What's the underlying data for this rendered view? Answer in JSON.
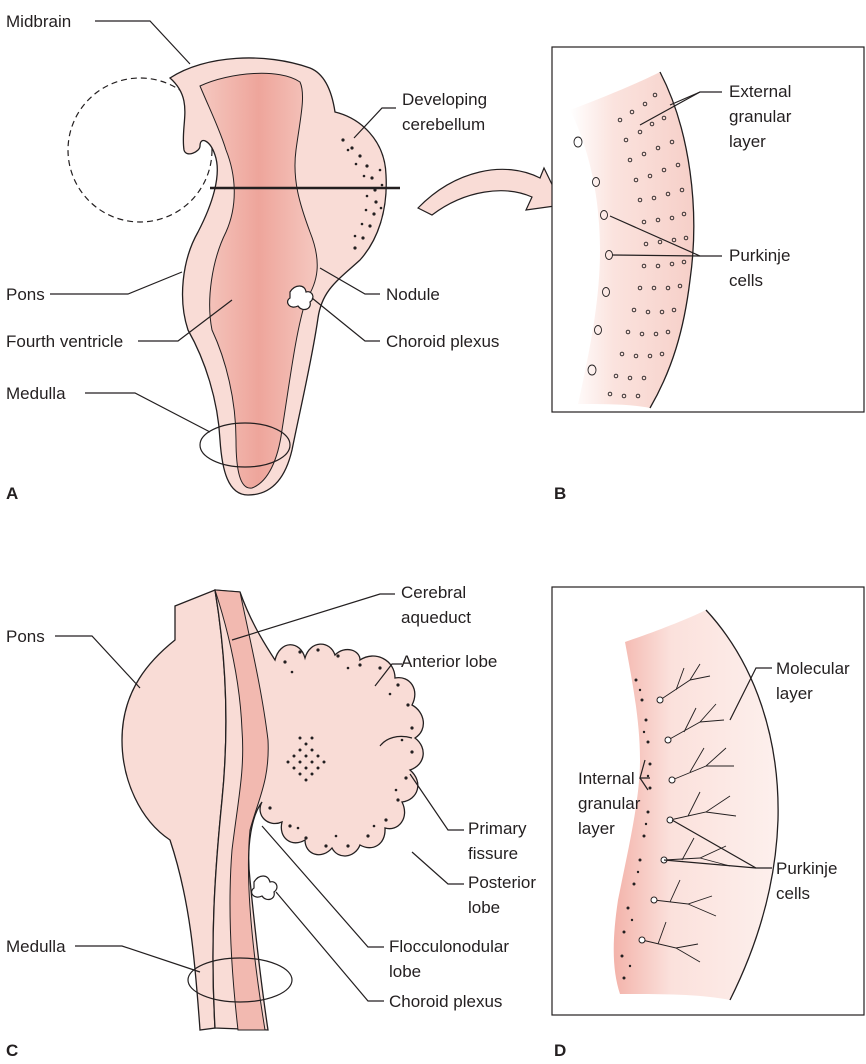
{
  "colors": {
    "tissue_light": "#f9dcd6",
    "tissue_mid": "#f2b9b0",
    "tissue_dark": "#e99c92",
    "ink": "#231f20"
  },
  "panels": {
    "A": {
      "letter": "A",
      "labels": {
        "midbrain": "Midbrain",
        "developing_cerebellum_1": "Developing",
        "developing_cerebellum_2": "cerebellum",
        "pons": "Pons",
        "fourth_ventricle": "Fourth ventricle",
        "medulla": "Medulla",
        "nodule": "Nodule",
        "choroid_plexus": "Choroid plexus"
      }
    },
    "B": {
      "letter": "B",
      "labels": {
        "external_granular_1": "External",
        "external_granular_2": "granular",
        "external_granular_3": "layer",
        "purkinje_1": "Purkinje",
        "purkinje_2": "cells"
      }
    },
    "C": {
      "letter": "C",
      "labels": {
        "pons": "Pons",
        "medulla": "Medulla",
        "cerebral_aqueduct_1": "Cerebral",
        "cerebral_aqueduct_2": "aqueduct",
        "anterior_lobe": "Anterior lobe",
        "primary_fissure_1": "Primary",
        "primary_fissure_2": "fissure",
        "posterior_lobe_1": "Posterior",
        "posterior_lobe_2": "lobe",
        "flocculonodular_1": "Flocculonodular",
        "flocculonodular_2": "lobe",
        "choroid_plexus": "Choroid plexus"
      }
    },
    "D": {
      "letter": "D",
      "labels": {
        "molecular_1": "Molecular",
        "molecular_2": "layer",
        "internal_granular_1": "Internal",
        "internal_granular_2": "granular",
        "internal_granular_3": "layer",
        "purkinje_1": "Purkinje",
        "purkinje_2": "cells"
      }
    }
  }
}
